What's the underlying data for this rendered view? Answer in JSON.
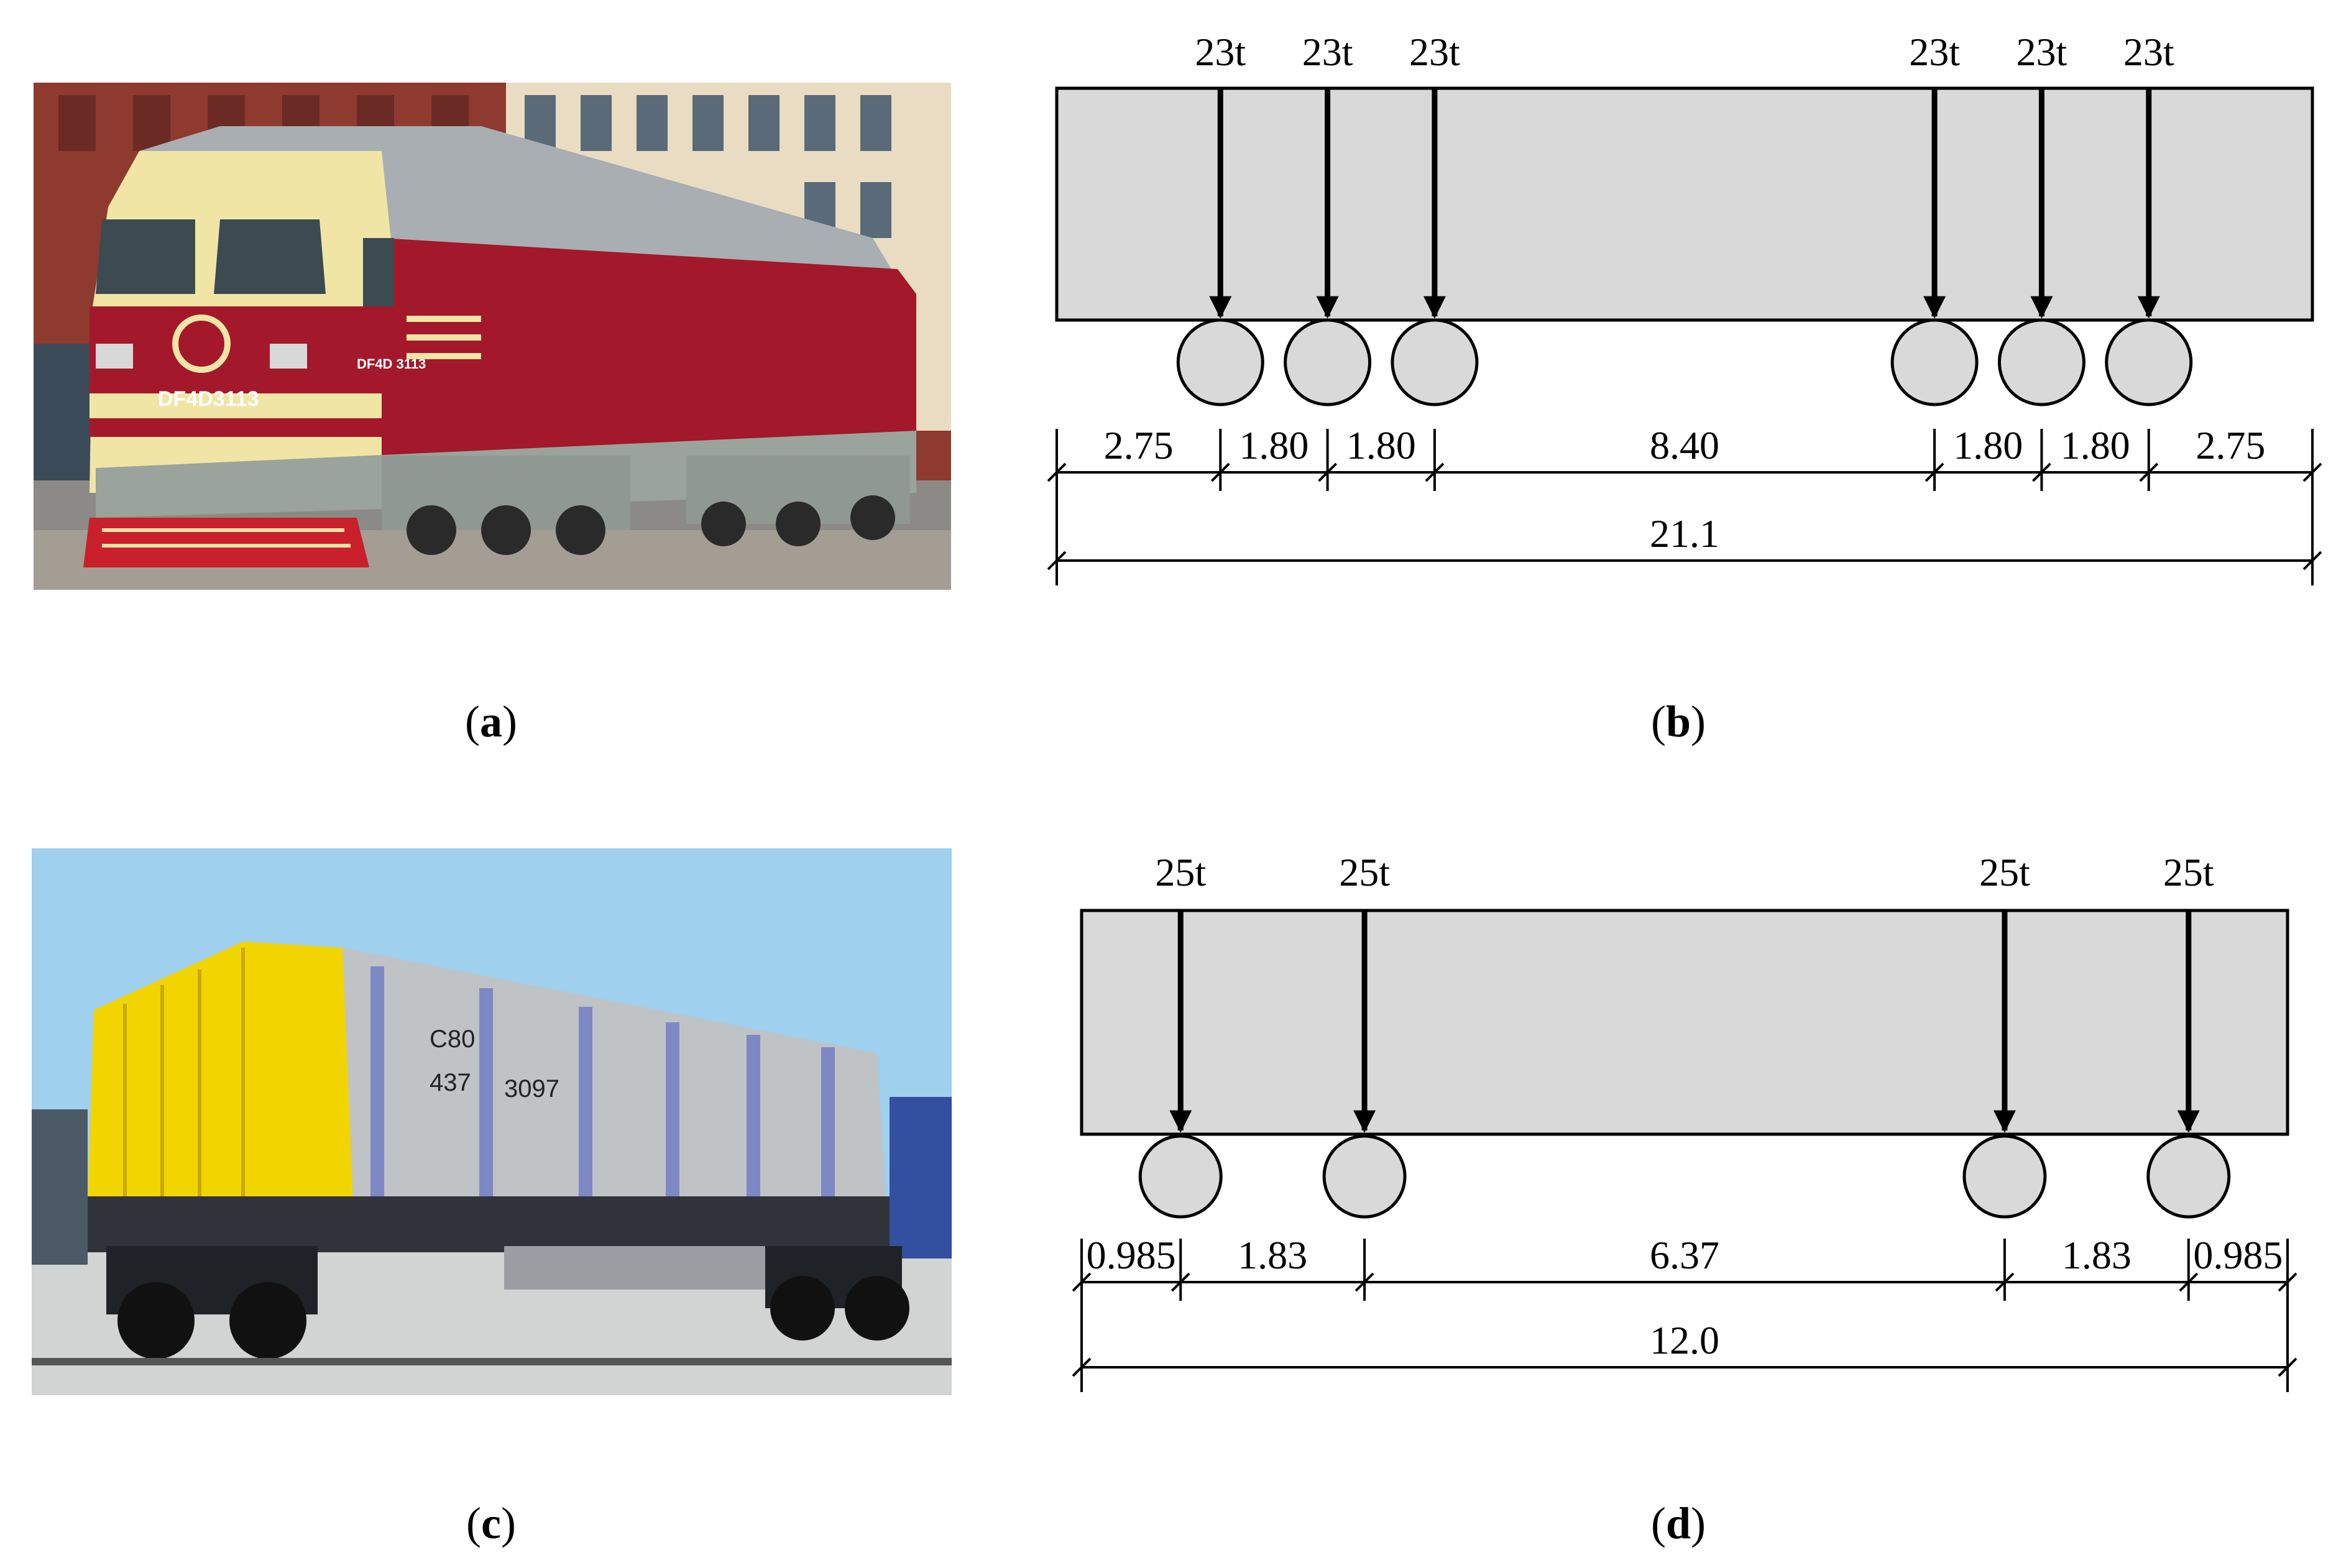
{
  "captions": {
    "a": "a",
    "b": "b",
    "c": "c",
    "d": "d"
  },
  "photo_a": {
    "number_plate": "DF4D3113",
    "side_plate": "DF4D 3113"
  },
  "photo_c": {
    "model_line1": "C80",
    "model_line2": "437",
    "number": "3097"
  },
  "diagram_b": {
    "loads": [
      "23t",
      "23t",
      "23t",
      "23t",
      "23t",
      "23t"
    ],
    "segments": [
      "2.75",
      "1.80",
      "1.80",
      "8.40",
      "1.80",
      "1.80",
      "2.75"
    ],
    "segment_values": [
      2.75,
      1.8,
      1.8,
      8.4,
      1.8,
      1.8,
      2.75
    ],
    "total": "21.1",
    "total_value": 21.1
  },
  "diagram_d": {
    "loads": [
      "25t",
      "25t",
      "25t",
      "25t"
    ],
    "segments": [
      "0.985",
      "1.83",
      "6.37",
      "1.83",
      "0.985"
    ],
    "segment_values": [
      0.985,
      1.83,
      6.37,
      1.83,
      0.985
    ],
    "total": "12.0",
    "total_value": 12.0
  },
  "colors": {
    "body_fill": "#d9d9d9",
    "loco_red": "#a3182a",
    "loco_cream": "#f1e5a6",
    "loco_grey": "#9aa39c",
    "wagon_yellow": "#f2d500",
    "sky": "#9fd0ee"
  }
}
